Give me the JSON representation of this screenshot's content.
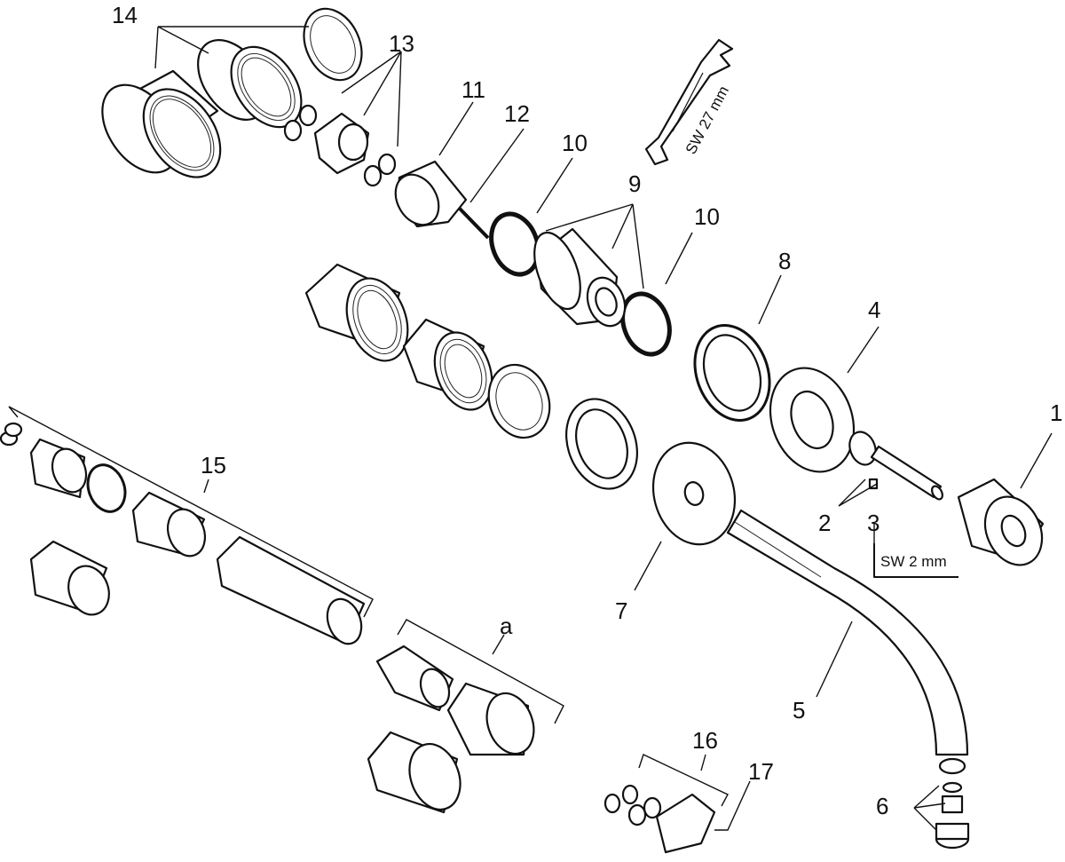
{
  "diagram": {
    "labels": {
      "n1": "1",
      "n2": "2",
      "n3": "3",
      "n4": "4",
      "n5": "5",
      "n6": "6",
      "n7": "7",
      "n8": "8",
      "n9": "9",
      "n10a": "10",
      "n10b": "10",
      "n11": "11",
      "n12": "12",
      "n13": "13",
      "n14": "14",
      "n15": "15",
      "n16": "16",
      "n17": "17",
      "na": "a"
    },
    "tools": {
      "wrench": "SW 27 mm",
      "hex_key": "SW 2 mm"
    }
  }
}
